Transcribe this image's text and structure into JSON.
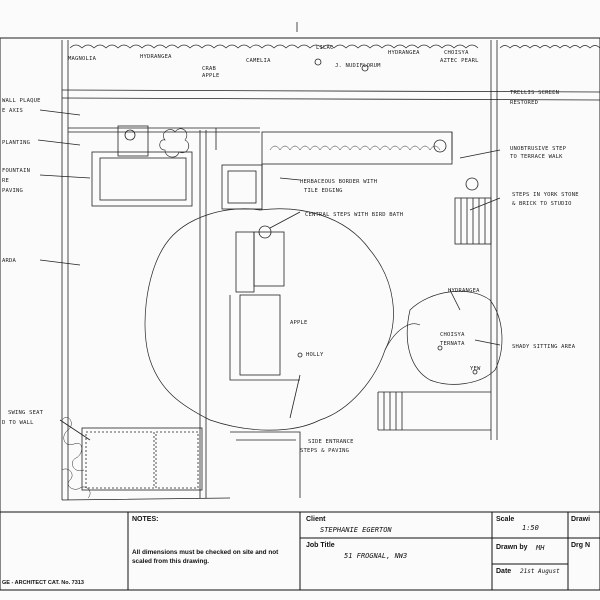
{
  "plan_labels": {
    "magnolia": "MAGNOLIA",
    "hydrangea_top": "HYDRANGEA",
    "crab_apple_1": "CRAB",
    "crab_apple_2": "APPLE",
    "camellia": "CAMELIA",
    "lilac": "LILAC",
    "magnolia_nudiflorum": "J. NUDIFLORUM",
    "hydrangea_top2": "HYDRANGEA",
    "choisya_1": "CHOISYA",
    "choisya_2": "AZTEC PEARL",
    "trellis_1": "TRELLIS SCREEN",
    "trellis_2": "RESTORED",
    "wall_plaque_1": "WALL PLAQUE",
    "wall_plaque_2": "E AXIS",
    "planting": "PLANTING",
    "fountain_1": "FOUNTAIN",
    "fountain_2": "RE",
    "fountain_3": "PAVING",
    "unobtrusive_1": "UNOBTRUSIVE STEP",
    "unobtrusive_2": "TO TERRACE WALK",
    "herbaceous_1": "HERBACEOUS BORDER WITH",
    "herbaceous_2": "TILE EDGING",
    "steps_york_1": "STEPS IN YORK STONE",
    "steps_york_2": "& BRICK TO STUDIO",
    "central_steps": "CENTRAL STEPS WITH BIRD BATH",
    "garden_left": "ARDA",
    "hydrangea_right": "HYDRANGEA",
    "choisya_r1": "CHOISYA",
    "choisya_r2": "TERNATA",
    "shady_sitting": "SHADY SITTING AREA",
    "apple": "APPLE",
    "holly": "HOLLY",
    "yew": "YEW",
    "swing_seat_1": "SWING SEAT",
    "swing_seat_2": "D TO WALL",
    "side_entrance_1": "SIDE ENTRANCE",
    "side_entrance_2": "STEPS & PAVING"
  },
  "title_block": {
    "notes_header": "NOTES:",
    "notes_text": "All dimensions must be checked on site and not scaled from this drawing.",
    "client_label": "Client",
    "client_value": "STEPHANIE EGERTON",
    "job_title_label": "Job Title",
    "job_title_value": "51 FROGNAL, NW3",
    "scale_label": "Scale",
    "scale_value": "1:50",
    "drawn_by_label": "Drawn by",
    "drawn_by_value": "MH",
    "date_label": "Date",
    "date_value": "21st August",
    "drawing_no_label": "Drawi",
    "drg_no_label": "Drg N",
    "catalogue": "GE - ARCHITECT CAT. No. 7313"
  }
}
